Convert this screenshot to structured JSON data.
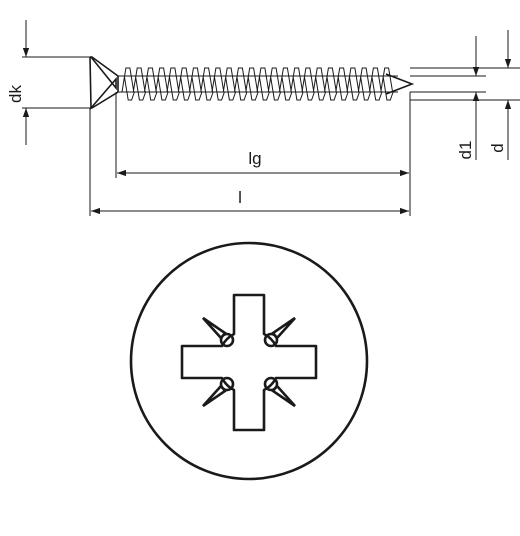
{
  "dimensions": {
    "head_diameter": "dk",
    "thread_length": "lg",
    "total_length": "l",
    "core_diameter": "d1",
    "thread_diameter": "d"
  },
  "colors": {
    "ink": "#1a1a1a",
    "background": "#ffffff"
  },
  "icons": {
    "recess": "pozidriv-cross-recess"
  },
  "thread": {
    "turns": 24
  }
}
